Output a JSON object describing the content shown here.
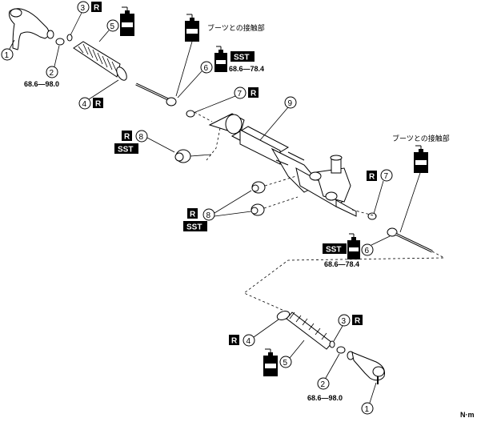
{
  "diagram": {
    "jp_boot_contact": "ブーツとの接触部",
    "torque_tie_rod": "68.6—98.0",
    "torque_inner": "68.6—78.4",
    "unit": "N·m",
    "mark_r": "R",
    "mark_sst": "SST",
    "callouts": [
      "1",
      "2",
      "3",
      "4",
      "5",
      "6",
      "7",
      "8",
      "9"
    ]
  }
}
